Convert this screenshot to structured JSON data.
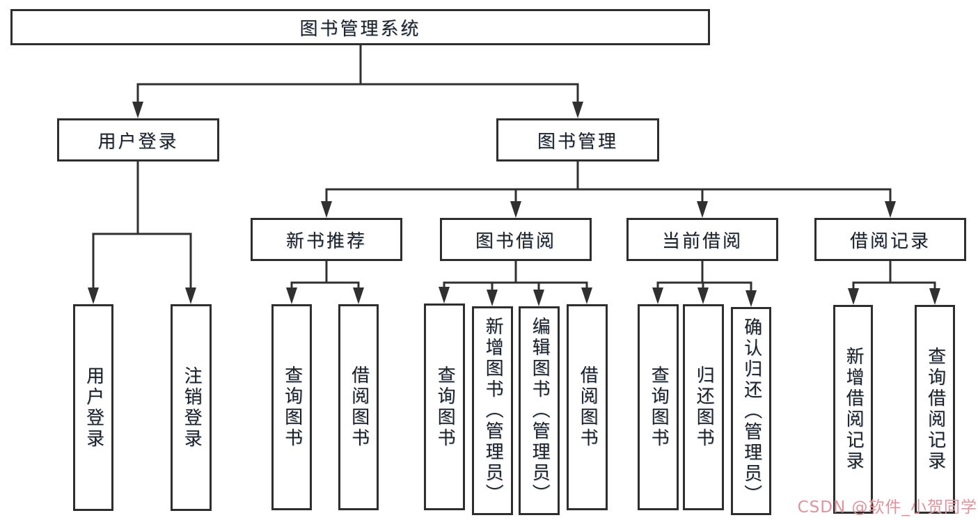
{
  "tree": {
    "root": {
      "label": "图书管理系统"
    },
    "children": [
      {
        "label": "用户登录",
        "children": [
          {
            "label": "用户登录"
          },
          {
            "label": "注销登录"
          }
        ]
      },
      {
        "label": "图书管理",
        "children": [
          {
            "label": "新书推荐",
            "children": [
              {
                "label": "查询图书"
              },
              {
                "label": "借阅图书"
              }
            ]
          },
          {
            "label": "图书借阅",
            "children": [
              {
                "label": "查询图书"
              },
              {
                "label": "新增图书（管理员）"
              },
              {
                "label": "编辑图书（管理员）"
              },
              {
                "label": "借阅图书"
              }
            ]
          },
          {
            "label": "当前借阅",
            "children": [
              {
                "label": "查询图书"
              },
              {
                "label": "归还图书"
              },
              {
                "label": "确认归还（管理员）"
              }
            ]
          },
          {
            "label": "借阅记录",
            "children": [
              {
                "label": "新增借阅记录"
              },
              {
                "label": "查询借阅记录"
              }
            ]
          }
        ]
      }
    ]
  },
  "watermark": {
    "text": "CSDN @软件_小贺同学",
    "color": "#df939c"
  },
  "colors": {
    "line": "#303030",
    "box_border": "#2e2e2e",
    "text": "#1f1f1f",
    "background": "#ffffff"
  }
}
